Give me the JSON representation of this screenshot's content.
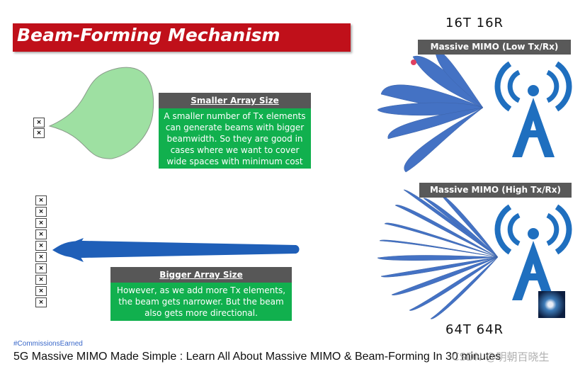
{
  "slide": {
    "title": "Beam-Forming Mechanism",
    "small_array": {
      "heading": "Smaller Array Size",
      "lines": [
        "A smaller number of Tx elements",
        "can generate beams with bigger",
        "beamwidth. So they are good in",
        "cases where we want to cover",
        "wide spaces with minimum cost"
      ],
      "element_mark": "×",
      "element_count": 2
    },
    "big_array": {
      "heading": "Bigger Array Size",
      "lines": [
        "However, as we add more Tx elements,",
        "the beam gets narrower. But the beam",
        "also gets more directional."
      ],
      "element_mark": "×",
      "element_count": 10
    },
    "low": {
      "antenna_label": "16T 16R",
      "mimo_label": "Massive MIMO (Low Tx/Rx)"
    },
    "high": {
      "antenna_label": "64T 64R",
      "mimo_label": "Massive MIMO (High Tx/Rx)"
    },
    "colors": {
      "title_red": "#c0101a",
      "box_green": "#11b04e",
      "box_gray": "#575757",
      "beam_blue": "#4472c4",
      "antenna_blue": "#1f6fbf",
      "beam_green": "#9ee0a2"
    }
  },
  "video": {
    "hashtag": "#CommissionsEarned",
    "title": "5G Massive MIMO Made Simple : Learn All About Massive MIMO & Beam-Forming In 30 minutes",
    "watermark": "CSDN @明朝百晓生"
  }
}
